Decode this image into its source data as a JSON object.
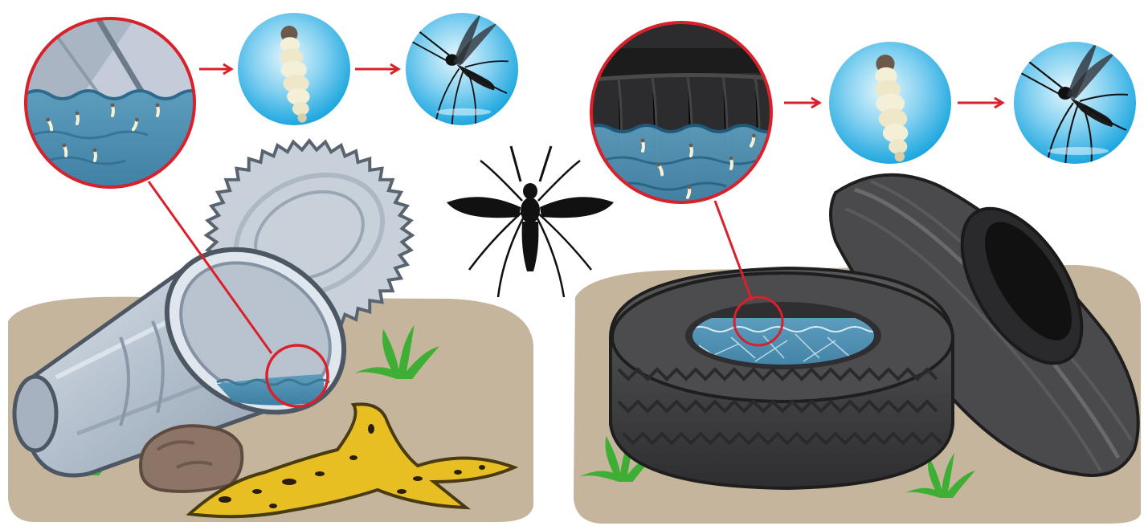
{
  "scenes": [
    {
      "name": "discarded-can-scene",
      "breeding_site": "tin-can",
      "stages": [
        "standing-water-with-larvae",
        "larva",
        "adult-mosquito"
      ]
    },
    {
      "name": "discarded-tire-scene",
      "breeding_site": "tire",
      "stages": [
        "standing-water-with-larvae",
        "larva",
        "adult-mosquito"
      ]
    }
  ],
  "center_figure": "mosquito-silhouette",
  "colors": {
    "ground": "#c4b59c",
    "water": "#4f8fb0",
    "magnifier_ring": "#d8212b",
    "arrow": "#d8212b",
    "bubble_light": "#e6f7fd",
    "bubble_dark": "#1ea7df",
    "tin": "#b7c2cf",
    "tire": "#3e3e40",
    "banana": "#e8bf22",
    "grass": "#3fae35",
    "rock": "#8c7466",
    "silhouette": "#111111"
  }
}
